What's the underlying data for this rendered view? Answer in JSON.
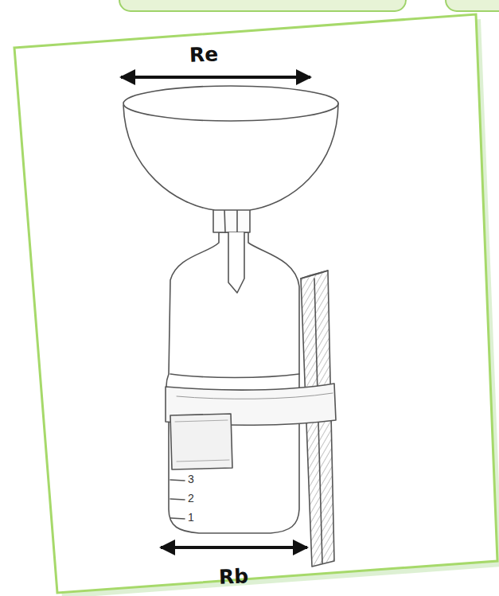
{
  "diagram": {
    "labels": [
      "Re",
      "3",
      "2",
      "1",
      "Rb"
    ]
  }
}
